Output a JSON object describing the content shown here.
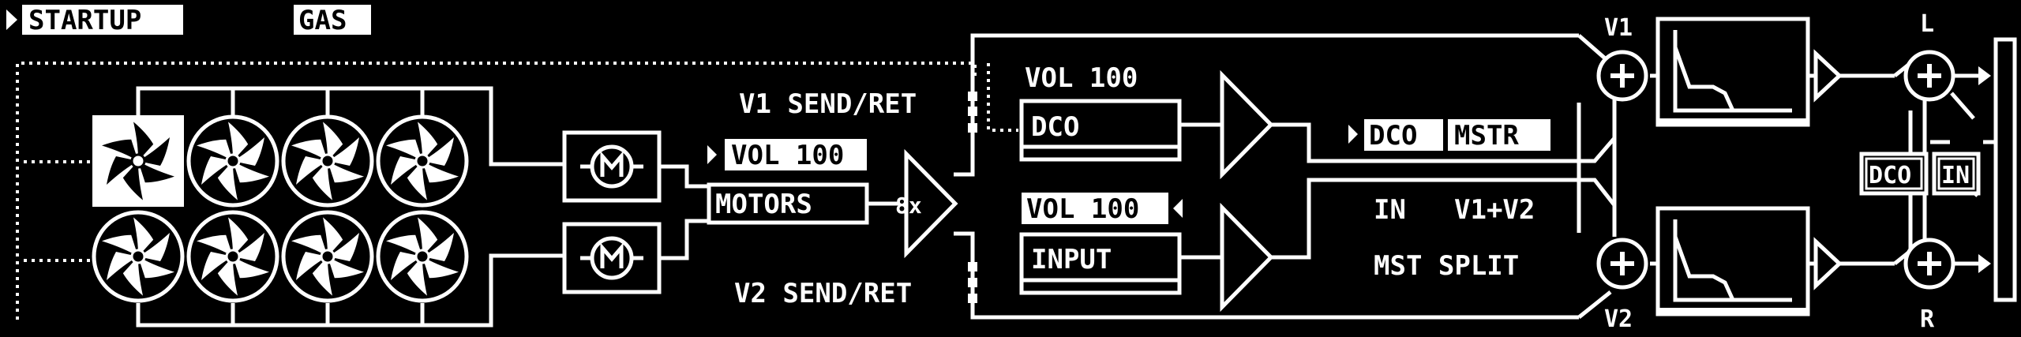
{
  "header": {
    "startup_label": "STARTUP",
    "gas_label": "GAS"
  },
  "sends": {
    "v1": "V1 SEND/RET",
    "v2": "V2 SEND/RET"
  },
  "motors": {
    "vol": "VOL 100",
    "label": "MOTORS",
    "mult": "8x"
  },
  "dco": {
    "vol": "VOL 100",
    "label": "DCO"
  },
  "input": {
    "vol": "VOL 100",
    "label": "INPUT"
  },
  "routing": {
    "dco": "DCO",
    "mstr": "MSTR",
    "in": "IN",
    "v1v2": "V1+V2",
    "mst_split": "MST SPLIT"
  },
  "voices": {
    "v1": "V1",
    "v2": "V2"
  },
  "output": {
    "l": "L",
    "r": "R",
    "dco_btn": "DCO",
    "in_btn": "IN"
  },
  "colors": {
    "background": "#000000",
    "foreground": "#ffffff"
  }
}
